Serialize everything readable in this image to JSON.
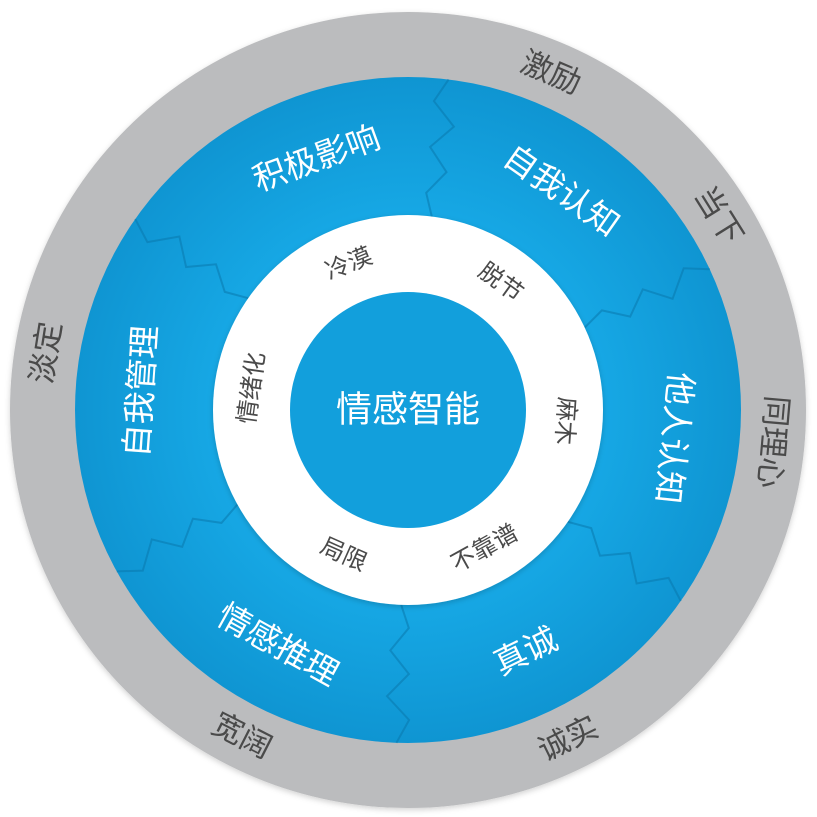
{
  "center": {
    "label": "情感智能"
  },
  "outer_ring": [
    {
      "label": "激励",
      "angle": -67
    },
    {
      "label": "当下",
      "angle": -32
    },
    {
      "label": "同理心",
      "angle": 5
    },
    {
      "label": "诚实",
      "angle": 64
    },
    {
      "label": "宽阔",
      "angle": 117
    },
    {
      "label": "淡定",
      "angle": 189
    }
  ],
  "middle_ring": [
    {
      "label": "积极影响",
      "angle": -110
    },
    {
      "label": "自我认知",
      "angle": -55
    },
    {
      "label": "他人认知",
      "angle": 6
    },
    {
      "label": "真诚",
      "angle": 64
    },
    {
      "label": "情感推理",
      "angle": 119
    },
    {
      "label": "自我管理",
      "angle": 184
    }
  ],
  "inner_ring": [
    {
      "label": "冷漠",
      "angle": -112
    },
    {
      "label": "脱节",
      "angle": -54
    },
    {
      "label": "麻木",
      "angle": 4
    },
    {
      "label": "不靠谱",
      "angle": 61
    },
    {
      "label": "局限",
      "angle": 114
    },
    {
      "label": "情绪化",
      "angle": 188
    }
  ],
  "colors": {
    "outer_ring": "#bbbcbe",
    "middle_ring": "#129fdc",
    "inner_ring": "#ffffff",
    "center": "#129fdc",
    "divider": "#0a78ad",
    "outer_text": "#4a4a4a",
    "inner_text": "#4a4a4a",
    "light_text": "#ffffff"
  }
}
